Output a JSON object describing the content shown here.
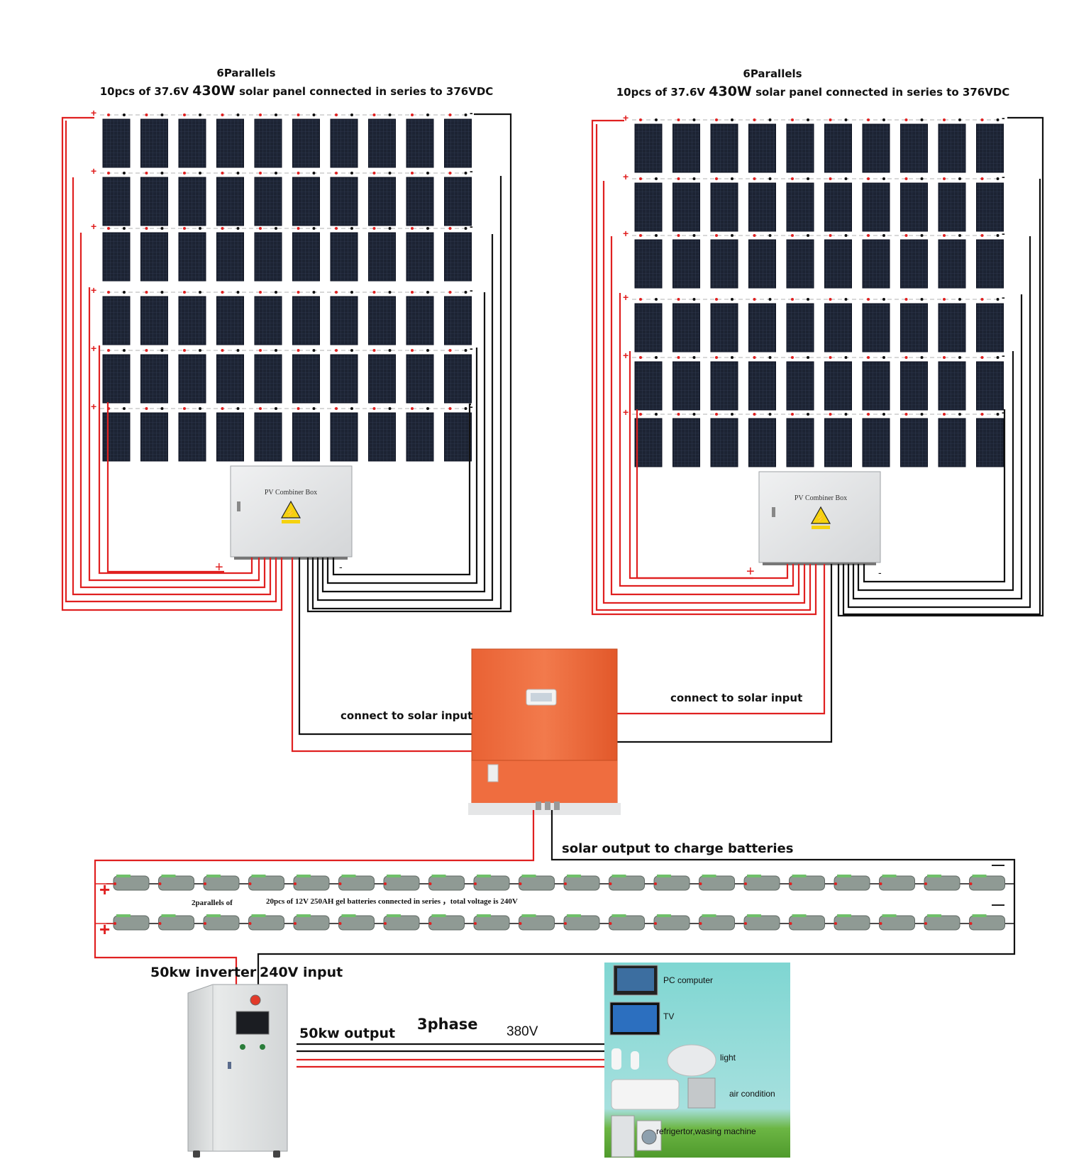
{
  "arrays": [
    {
      "title": "6Parallels",
      "subtitle_prefix": "10pcs of 37.6V ",
      "subtitle_watt": "430W",
      "subtitle_suffix": " solar panel connected in series to 376VDC",
      "rows": 6,
      "panels_per_row": 10,
      "combiner_label": "PV Combiner Box"
    },
    {
      "title": "6Parallels",
      "subtitle_prefix": "10pcs of 37.6V ",
      "subtitle_watt": "430W",
      "subtitle_suffix": " solar panel connected in series to 376VDC",
      "rows": 6,
      "panels_per_row": 10,
      "combiner_label": "PV Combiner Box"
    }
  ],
  "controller": {
    "left_label": "connect to solar input",
    "right_label": "connect to solar input",
    "output_label": "solar output to charge batteries"
  },
  "batteries": {
    "strings": 2,
    "per_string": 20,
    "parallels_label": "2parallels of",
    "series_label": "20pcs of 12V 250AH gel batteries connected in series ，total voltage is 240V"
  },
  "inverter": {
    "input_label_a": "50kw inverter",
    "input_label_b": "240V input",
    "output_label": "50kw output",
    "phase_label": "3phase",
    "voltage_label": "380V"
  },
  "loads": {
    "items": [
      "PC computer",
      "TV",
      "light",
      "air condition",
      "refrigertor,wasing machine"
    ]
  },
  "colors": {
    "positive_wire": "#e02020",
    "negative_wire": "#111111",
    "panel": "#1c2333",
    "controller": "#ee6a3c",
    "combiner": "#e6e7e8",
    "battery": "#8f9a94",
    "inverter": "#dcdedf"
  }
}
